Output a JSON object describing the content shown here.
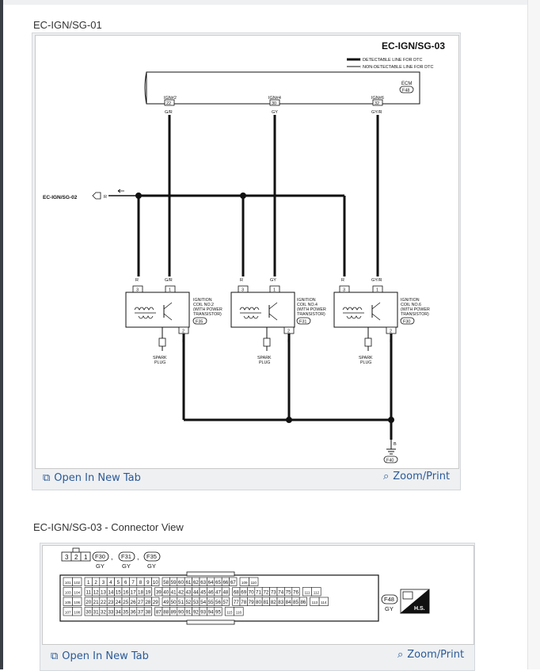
{
  "sections": [
    {
      "title": "EC-IGN/SG-01",
      "open_label": "Open In New Tab",
      "zoom_label": "Zoom/Print"
    },
    {
      "title": "EC-IGN/SG-03 - Connector View",
      "open_label": "Open In New Tab",
      "zoom_label": "Zoom/Print"
    }
  ],
  "wiring": {
    "diagram_id": "EC-IGN/SG-03",
    "legend_detectable": ": DETECTABLE LINE FOR DTC",
    "legend_non_detectable": ": NON-DETECTABLE LINE FOR DTC",
    "ecm_label": "ECM",
    "ecm_connector": "F48",
    "input_ref": "EC-IGN/SG-02",
    "input_color": "R",
    "ecm_pins": [
      {
        "name": "IGN#2",
        "pin": "22",
        "wire": "G/R"
      },
      {
        "name": "IGN#4",
        "pin": "30",
        "wire": "GY"
      },
      {
        "name": "IGN#6",
        "pin": "32",
        "wire": "GY/R"
      }
    ],
    "coils": [
      {
        "title": "IGNITION COIL NO.2 (WITH POWER TRANSISTOR)",
        "connector": "F35",
        "power_wire": "R",
        "signal_wire": "G/R",
        "ground_wire": "B"
      },
      {
        "title": "IGNITION COIL NO.4 (WITH POWER TRANSISTOR)",
        "connector": "F31",
        "power_wire": "R",
        "signal_wire": "GY",
        "ground_wire": "B"
      },
      {
        "title": "IGNITION COIL NO.6 (WITH POWER TRANSISTOR)",
        "connector": "F30",
        "power_wire": "R",
        "signal_wire": "GY/R",
        "ground_wire": "B"
      }
    ],
    "coil_pin_labels": {
      "p3": "3",
      "p1": "1",
      "p2": "2"
    },
    "spark_plug_label": "SPARK PLUG",
    "ground_wire": "B",
    "ground_connector": "F40"
  },
  "connector_view": {
    "small_connector_pins": [
      "3",
      "2",
      "1"
    ],
    "connectors": [
      {
        "id": "F30",
        "color": "GY"
      },
      {
        "id": "F31",
        "color": "GY"
      },
      {
        "id": "F35",
        "color": "GY"
      }
    ],
    "ecm_connector": {
      "id": "F48",
      "color": "GY"
    },
    "hs_label": "H.S.",
    "pin_rows": [
      [
        "101",
        "102",
        "1",
        "2",
        "3",
        "4",
        "5",
        "6",
        "7",
        "8",
        "9",
        "10",
        "58",
        "59",
        "60",
        "61",
        "62",
        "63",
        "64",
        "65",
        "66",
        "67",
        "109",
        "110"
      ],
      [
        "103",
        "104",
        "11",
        "12",
        "13",
        "14",
        "15",
        "16",
        "17",
        "18",
        "19",
        "39",
        "40",
        "41",
        "42",
        "43",
        "44",
        "45",
        "46",
        "47",
        "48",
        "68",
        "69",
        "70",
        "71",
        "72",
        "73",
        "74",
        "75",
        "76",
        "111",
        "112"
      ],
      [
        "105",
        "106",
        "20",
        "21",
        "22",
        "23",
        "24",
        "25",
        "26",
        "27",
        "28",
        "29",
        "49",
        "50",
        "51",
        "52",
        "53",
        "54",
        "55",
        "56",
        "57",
        "77",
        "78",
        "79",
        "80",
        "81",
        "82",
        "83",
        "84",
        "85",
        "86",
        "113",
        "114"
      ],
      [
        "107",
        "108",
        "30",
        "31",
        "32",
        "33",
        "34",
        "35",
        "36",
        "37",
        "38",
        "87",
        "88",
        "89",
        "90",
        "91",
        "92",
        "93",
        "94",
        "95",
        "115",
        "116"
      ]
    ]
  }
}
